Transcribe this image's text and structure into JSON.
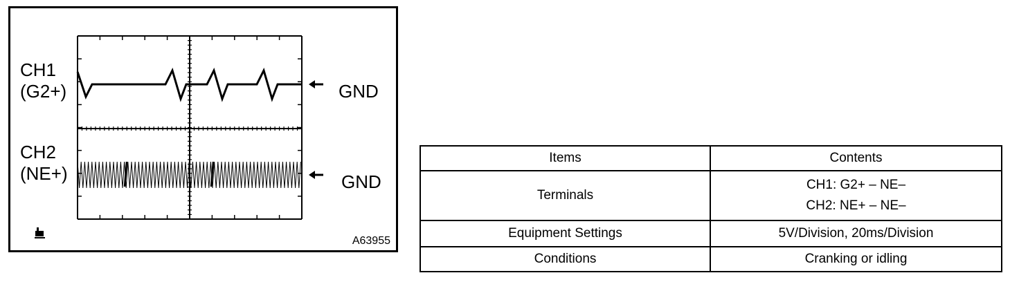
{
  "figure": {
    "ch1_label": "CH1\n(G2+)",
    "ch2_label": "CH2\n(NE+)",
    "gnd_label": "GND",
    "figure_id": "A63955",
    "corner_mark_icon": "hand-pointer-icon"
  },
  "table": {
    "headers": [
      "Items",
      "Contents"
    ],
    "rows": [
      {
        "item": "Terminals",
        "contents": [
          "CH1: G2+ – NE–",
          "CH2: NE+ – NE–"
        ]
      },
      {
        "item": "Equipment Settings",
        "contents": [
          "5V/Division, 20ms/Division"
        ]
      },
      {
        "item": "Conditions",
        "contents": [
          "Cranking or idling"
        ]
      }
    ]
  }
}
